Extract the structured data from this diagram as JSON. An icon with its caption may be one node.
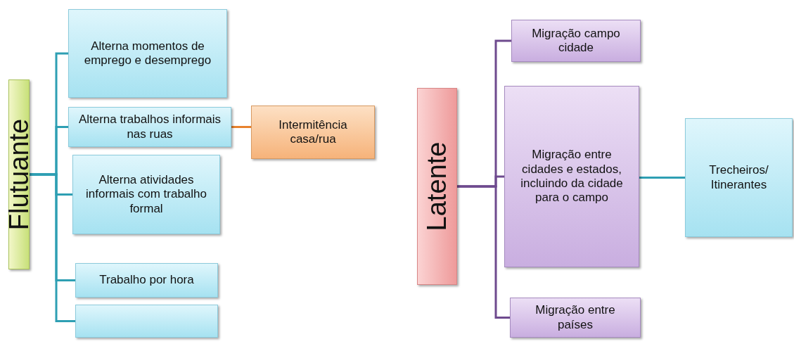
{
  "diagram": {
    "nodes": [
      {
        "text": [
          "Flutuante"
        ]
      },
      {
        "text": [
          "Alterna momentos de emprego e desemprego"
        ]
      },
      {
        "text": [
          "Alterna trabalhos informais nas ruas"
        ]
      },
      {
        "text": [
          "Alterna atividades informais com trabalho formal"
        ]
      },
      {
        "text": [
          "Trabalho por hora"
        ]
      },
      {
        "text": [],
        "shape": "box"
      },
      {
        "text": [
          "Intermitência casa/rua"
        ]
      },
      {
        "text": [
          "Latente"
        ]
      },
      {
        "text": [
          "Migração campo cidade"
        ]
      },
      {
        "text": [
          "Migração entre cidades e estados, incluindo da cidade para o campo"
        ]
      },
      {
        "text": [
          "Migração entre países"
        ]
      },
      {
        "text": [
          "Trecheiros/ Itinerantes"
        ]
      }
    ],
    "edges": [
      {
        "from": 0,
        "to": 1,
        "arrow": "none"
      },
      {
        "from": 0,
        "to": 2,
        "arrow": "none"
      },
      {
        "from": 0,
        "to": 3,
        "arrow": "none"
      },
      {
        "from": 0,
        "to": 4,
        "arrow": "none"
      },
      {
        "from": 0,
        "to": 5,
        "arrow": "none"
      },
      {
        "from": 2,
        "to": 6,
        "arrow": "none",
        "color": "#e8822e"
      },
      {
        "from": 7,
        "to": 8,
        "arrow": "none",
        "color": "#6e4a8e"
      },
      {
        "from": 7,
        "to": 9,
        "arrow": "none",
        "color": "#6e4a8e"
      },
      {
        "from": 7,
        "to": 10,
        "arrow": "none",
        "color": "#6e4a8e"
      },
      {
        "from": 9,
        "to": 11,
        "arrow": "none"
      }
    ]
  }
}
